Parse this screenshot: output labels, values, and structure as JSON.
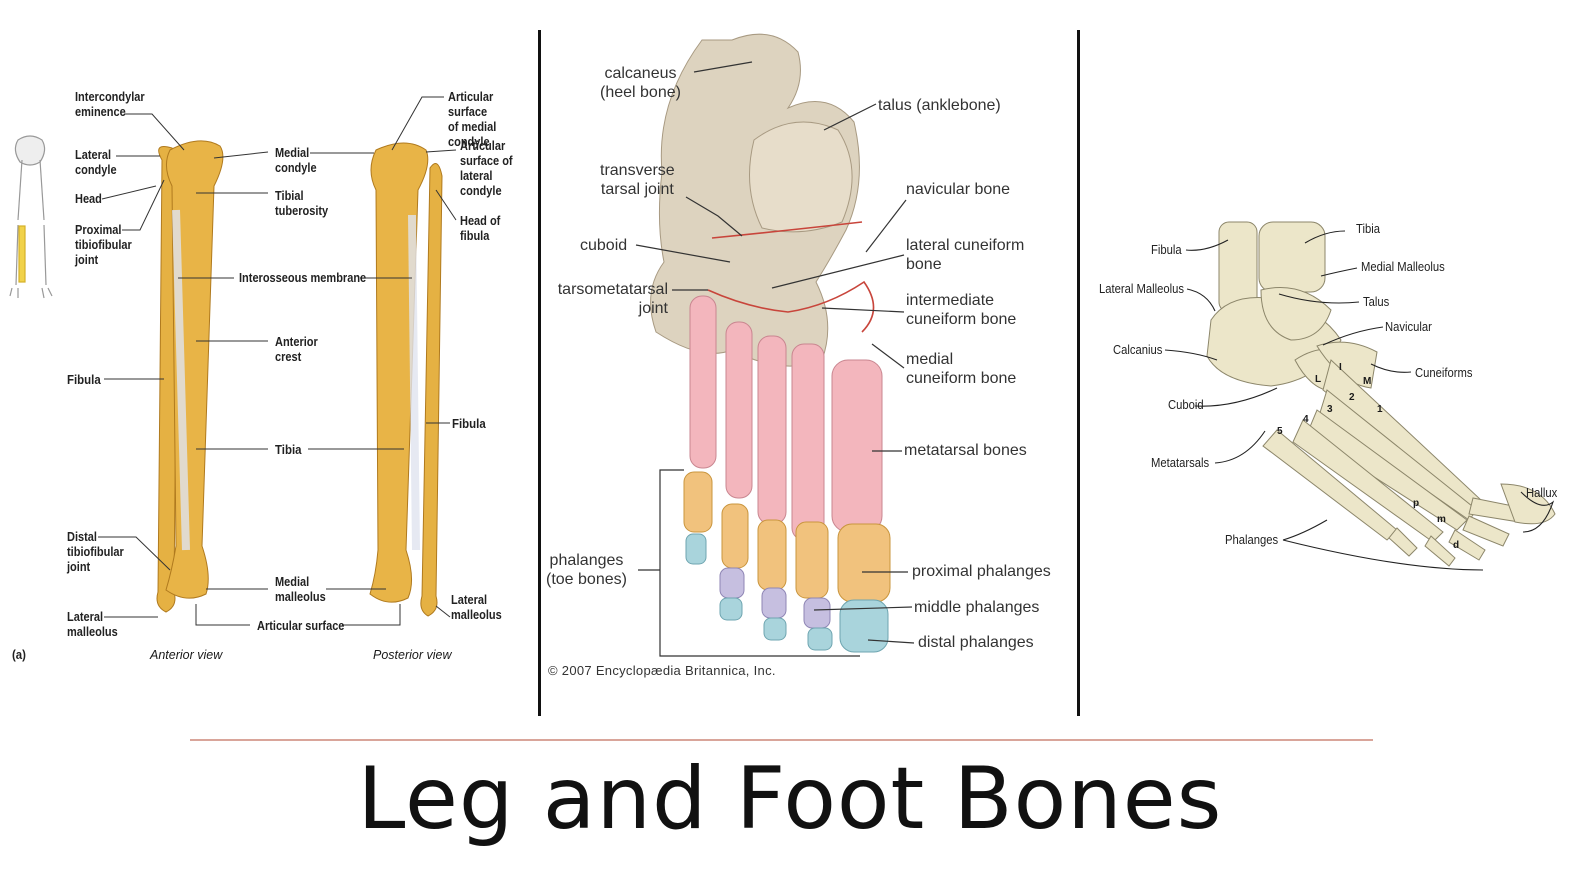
{
  "title": "Leg and Foot Bones",
  "colors": {
    "bone_yellow": "#e5b143",
    "bone_shade": "#c8902a",
    "heel_bone": "#ddd3bf",
    "metatarsal_pink": "#f3b6bd",
    "proximal_orange": "#f1c27d",
    "middle_lavender": "#c6bfe0",
    "distal_blue": "#a9d4dc",
    "skeleton_cream": "#ece6c9",
    "rule": "#d9a59a"
  },
  "left_panel": {
    "panel_marker": "(a)",
    "anterior_view": "Anterior view",
    "posterior_view": "Posterior view",
    "labels": {
      "intercondylar_eminence": "Intercondylar\neminence",
      "lateral_condyle": "Lateral\ncondyle",
      "head": "Head",
      "proximal_tibiofibular_joint": "Proximal\ntibiofibular\njoint",
      "medial_condyle": "Medial\ncondyle",
      "tibial_tuberosity": "Tibial\ntuberosity",
      "interosseous_membrane": "Interosseous membrane",
      "anterior_crest": "Anterior\ncrest",
      "fibula_left": "Fibula",
      "tibia": "Tibia",
      "distal_tibiofibular_joint": "Distal\ntibiofibular\njoint",
      "lateral_malleolus_left": "Lateral\nmalleolus",
      "medial_malleolus": "Medial\nmalleolus",
      "articular_surface": "Articular surface",
      "articular_surface_medial_condyle": "Articular surface\nof medial condyle",
      "articular_surface_lateral_condyle": "Articular\nsurface of\nlateral condyle",
      "head_of_fibula": "Head of\nfibula",
      "fibula_right": "Fibula",
      "lateral_malleolus_right": "Lateral\nmalleolus"
    }
  },
  "middle_panel": {
    "copyright": "© 2007 Encyclopædia Britannica, Inc.",
    "labels": {
      "calcaneus": "calcaneus\n(heel bone)",
      "talus": "talus (anklebone)",
      "transverse_tarsal_joint": "transverse\ntarsal joint",
      "navicular_bone": "navicular bone",
      "cuboid": "cuboid",
      "lateral_cuneiform": "lateral cuneiform\nbone",
      "tarsometatarsal_joint": "tarsometatarsal\njoint",
      "intermediate_cuneiform": "intermediate\ncuneiform bone",
      "medial_cuneiform": "medial\ncuneiform bone",
      "metatarsal_bones": "metatarsal bones",
      "phalanges": "phalanges\n(toe bones)",
      "proximal_phalanges": "proximal phalanges",
      "middle_phalanges": "middle phalanges",
      "distal_phalanges": "distal phalanges"
    }
  },
  "right_panel": {
    "labels": {
      "fibula": "Fibula",
      "tibia": "Tibia",
      "lateral_malleolus": "Lateral Malleolus",
      "medial_malleolus": "Medial Malleolus",
      "talus": "Talus",
      "navicular": "Navicular",
      "calcanius": "Calcanius",
      "cuneiforms": "Cuneiforms",
      "cuboid": "Cuboid",
      "metatarsals": "Metatarsals",
      "hallux": "Hallux",
      "phalanges": "Phalanges"
    },
    "bone_marks": {
      "L": "L",
      "I": "I",
      "M": "M",
      "n1": "1",
      "n2": "2",
      "n3": "3",
      "n4": "4",
      "n5": "5",
      "p": "p",
      "m": "m",
      "d": "d"
    }
  }
}
